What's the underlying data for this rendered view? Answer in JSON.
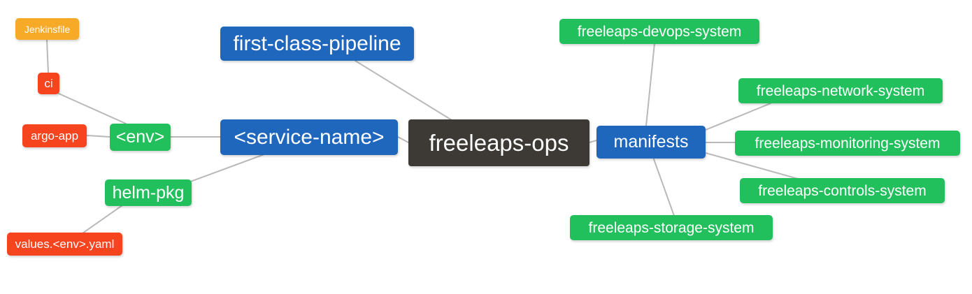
{
  "diagram": {
    "type": "mindmap",
    "title": "freeleaps-ops",
    "background_color": "#ffffff",
    "edge_color": "#b9b9b9",
    "palette": {
      "root": "#3d3935",
      "blue": "#1f66bd",
      "green": "#21c05c",
      "red": "#f5441e",
      "orange": "#f7a928"
    }
  },
  "nodes": {
    "root": {
      "label": "freeleaps-ops"
    },
    "service_name": {
      "label": "<service-name>"
    },
    "first_class_pipeline": {
      "label": "first-class-pipeline"
    },
    "env": {
      "label": "<env>"
    },
    "ci": {
      "label": "ci"
    },
    "jenkinsfile": {
      "label": "Jenkinsfile"
    },
    "argo_app": {
      "label": "argo-app"
    },
    "helm_pkg": {
      "label": "helm-pkg"
    },
    "values_yaml": {
      "label": "values.<env>.yaml"
    },
    "manifests": {
      "label": "manifests"
    },
    "devops_system": {
      "label": "freeleaps-devops-system"
    },
    "network_system": {
      "label": "freeleaps-network-system"
    },
    "monitoring_system": {
      "label": "freeleaps-monitoring-system"
    },
    "controls_system": {
      "label": "freeleaps-controls-system"
    },
    "storage_system": {
      "label": "freeleaps-storage-system"
    }
  },
  "edges": [
    {
      "from": "root",
      "to": "service_name"
    },
    {
      "from": "root",
      "to": "first_class_pipeline"
    },
    {
      "from": "root",
      "to": "manifests"
    },
    {
      "from": "service_name",
      "to": "env"
    },
    {
      "from": "service_name",
      "to": "helm_pkg"
    },
    {
      "from": "env",
      "to": "ci"
    },
    {
      "from": "env",
      "to": "argo_app"
    },
    {
      "from": "ci",
      "to": "jenkinsfile"
    },
    {
      "from": "helm_pkg",
      "to": "values_yaml"
    },
    {
      "from": "manifests",
      "to": "devops_system"
    },
    {
      "from": "manifests",
      "to": "network_system"
    },
    {
      "from": "manifests",
      "to": "monitoring_system"
    },
    {
      "from": "manifests",
      "to": "controls_system"
    },
    {
      "from": "manifests",
      "to": "storage_system"
    }
  ]
}
